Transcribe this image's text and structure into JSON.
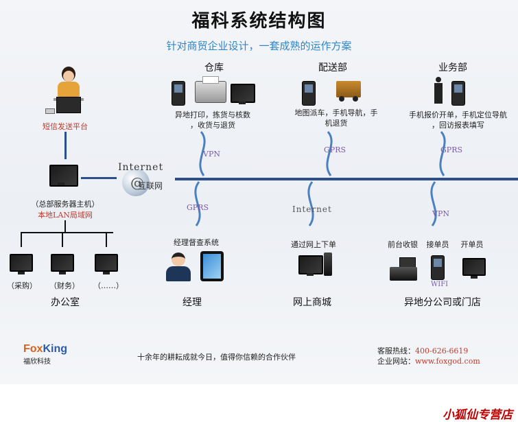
{
  "title": "福科系统结构图",
  "subtitle": "针对商贸企业设计，一套成熟的运作方案",
  "top_sections": {
    "warehouse": {
      "heading": "仓库",
      "desc1": "异地打印，拣货与核数",
      "desc2": "，收货与退货",
      "link": "VPN"
    },
    "delivery": {
      "heading": "配送部",
      "desc1": "地图派车，手机导航，手",
      "desc2": "机退货",
      "link": "GPRS"
    },
    "sales": {
      "heading": "业务部",
      "desc1": "手机报价开单，手机定位导航",
      "desc2": "，回访报表填写",
      "link": "GPRS"
    }
  },
  "sms": {
    "label": "短信发送平台"
  },
  "server": {
    "label1": "（总部服务器主机）",
    "label2": "本地LAN局域网"
  },
  "internet": {
    "label": "Internet",
    "sublabel": "互联网"
  },
  "office": {
    "items": [
      "（采购）",
      "（财务）",
      "（……）"
    ],
    "label": "办公室"
  },
  "bottom_sections": {
    "manager": {
      "link": "GPRS",
      "desc": "经理督查系统",
      "label": "经理"
    },
    "shop": {
      "link": "Internet",
      "desc": "通过网上下单",
      "label": "网上商城"
    },
    "branch": {
      "link": "VPN",
      "items": [
        "前台收银",
        "接单员",
        "开单员"
      ],
      "wifi": "WIFI",
      "label": "异地分公司或门店"
    }
  },
  "footer": {
    "logo_fox": "Fox",
    "logo_king": "King",
    "logo_cn": "福欣科技",
    "slogan": "十余年的耕耘成就今日，值得你信赖的合作伙伴",
    "hotline_label": "客服热线：",
    "hotline": "400-626-6619",
    "site_label": "企业网站：",
    "site": "www.foxgod.com"
  },
  "watermark": "小狐仙专营店",
  "colors": {
    "accent_blue": "#2f86c8",
    "line_blue": "#2a4f8a",
    "label_red": "#c0392b",
    "link_purple": "#7a5aa8",
    "watermark_red": "#c00000"
  }
}
